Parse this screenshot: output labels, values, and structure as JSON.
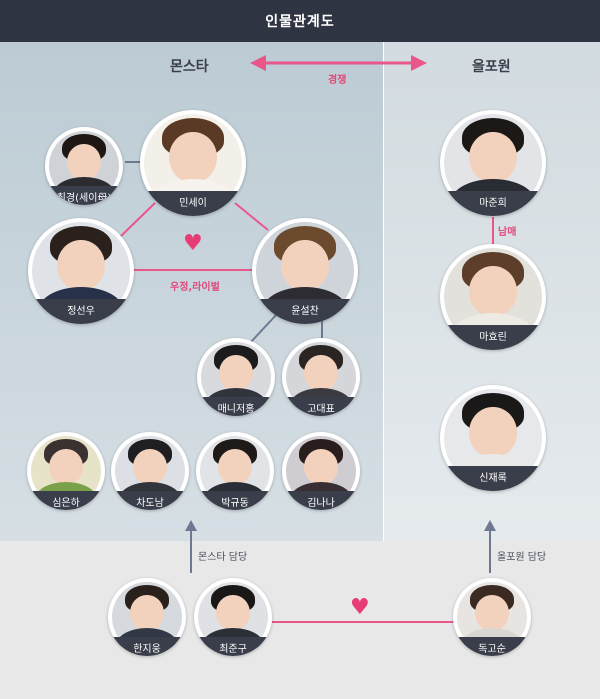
{
  "header": {
    "title": "인물관계도"
  },
  "groups": {
    "left": "몬스타",
    "right": "올포원"
  },
  "relations": {
    "rivalry_top": "경쟁",
    "friendship": "우정,라이벌",
    "siblings": "남매",
    "left_manager": "몬스타 담당",
    "right_manager": "올포원 담당"
  },
  "people": {
    "choi_kyung": "최경(세이母)",
    "min_sei": "민세이",
    "jung_sunwoo": "정선우",
    "yoon_seolchan": "윤설찬",
    "manny_jeohong": "매니저홍",
    "go_daepyo": "고대표",
    "shim_eunha": "심은하",
    "cha_donam": "차도남",
    "park_kyudong": "박규동",
    "kim_nana": "김나나",
    "ma_junhee": "마준희",
    "ma_hyorin": "마효린",
    "shin_jaerok": "신재록",
    "han_jiwoong": "한지웅",
    "choi_jungu": "최준구",
    "dok_gosun": "독고순"
  },
  "colors": {
    "header_bg": "#2f3442",
    "pink": "#e9578a",
    "slate": "#6e7890",
    "name_bar": "#3a3e4a"
  }
}
